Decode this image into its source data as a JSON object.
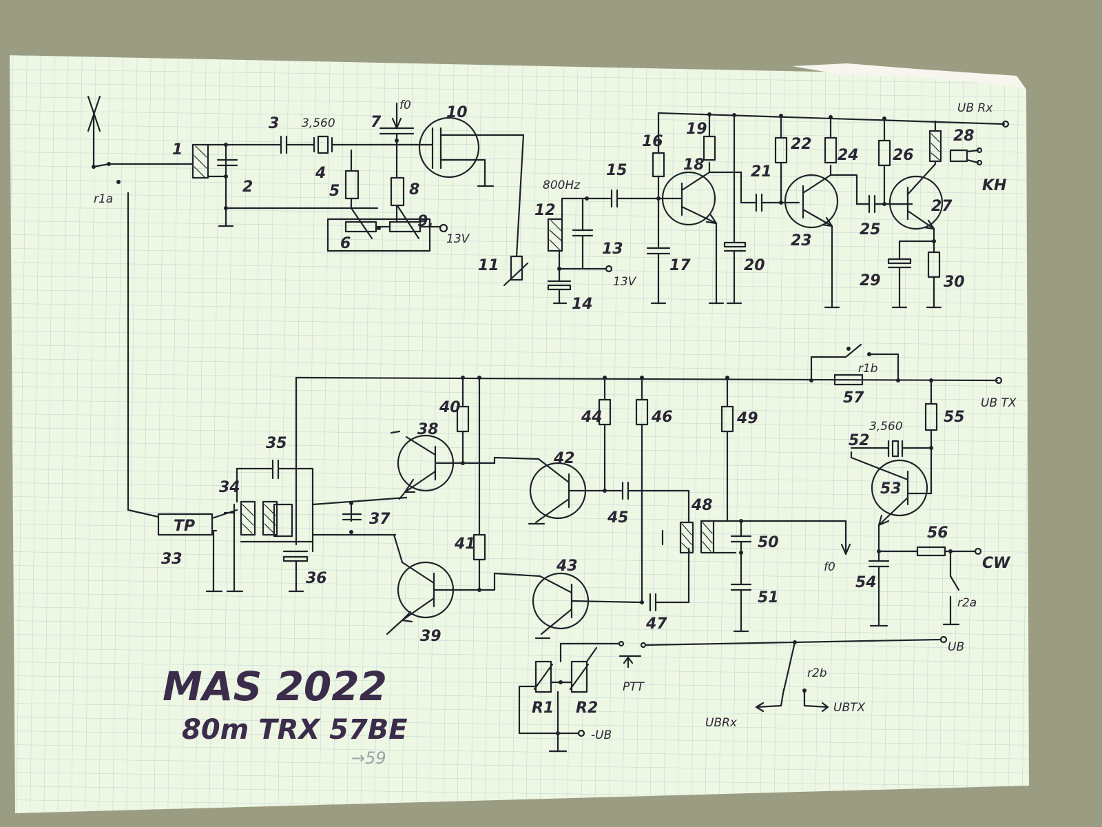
{
  "title_line1": "MAS 2022",
  "title_line2": "80m TRX 57BE",
  "page_note": "→59",
  "rails": {
    "rx": "UB Rx",
    "tx": "UB TX",
    "ub": "UB",
    "minus_ub": "-UB",
    "ub_rx": "UBRx",
    "ub_tx": "UBTX"
  },
  "terminals": {
    "kh": "KH",
    "cw": "CW",
    "ptt": "PTT",
    "v13_a": "13V",
    "v13_b": "13V"
  },
  "notes": {
    "freq_800": "800Hz",
    "xtal_top": "3,560",
    "xtal_bottom": "3,560",
    "f0_top": "f0",
    "f0_bottom": "f0",
    "r1a": "r1a",
    "r1b": "r1b",
    "r2a": "r2a",
    "r2b": "r2b",
    "tp": "TP",
    "relay_r1": "R1",
    "relay_r2": "R2"
  },
  "components": {
    "c1": "1",
    "c2": "2",
    "c3": "3",
    "c4": "4",
    "c5": "5",
    "c6": "6",
    "c7": "7",
    "c8": "8",
    "c9": "9.",
    "c10": "10",
    "c11": "11",
    "c12": "12",
    "c13": "13",
    "c14": "14",
    "c15": "15",
    "c16": "16",
    "c17": "17",
    "c18": "18",
    "c19": "19",
    "c20": "20",
    "c21": "21",
    "c22": "22",
    "c23": "23",
    "c24": "24",
    "c25": "25",
    "c26": "26",
    "c27": "27",
    "c28": "28",
    "c29": "29",
    "c30": "30",
    "c33": "33",
    "c34": "34",
    "c35": "35",
    "c36": "36",
    "c37": "37",
    "c38": "38",
    "c39": "39",
    "c40": "40",
    "c41": "41",
    "c42": "42",
    "c43": "43",
    "c44": "44",
    "c45": "45",
    "c46": "46",
    "c47": "47",
    "c48": "48",
    "c49": "49",
    "c50": "50",
    "c51": "51",
    "c52": "52",
    "c53": "53",
    "c54": "54",
    "c55": "55",
    "c56": "56",
    "c57": "57"
  },
  "colors": {
    "paper": "#eef7e4",
    "grid": "#b8d6cf",
    "ink": "#1e2228",
    "label_ink": "#2a2634",
    "background": "#9a9d82"
  }
}
